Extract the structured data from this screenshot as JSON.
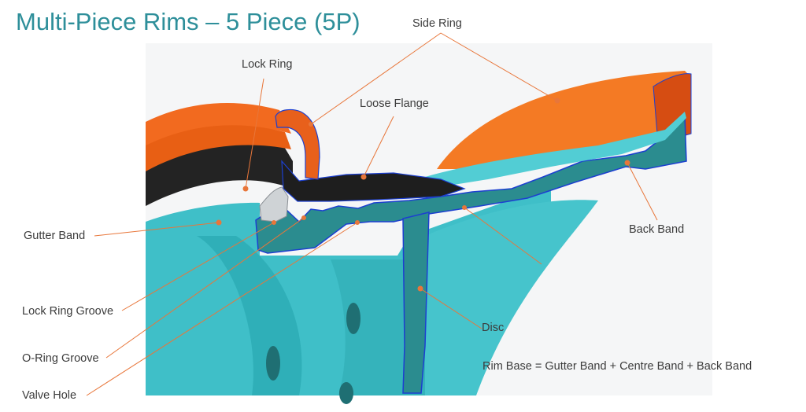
{
  "title": "Multi-Piece Rims – 5 Piece (5P)",
  "labels": {
    "side_ring": "Side Ring",
    "lock_ring": "Lock Ring",
    "loose_flange": "Loose Flange",
    "gutter_band": "Gutter Band",
    "back_band": "Back Band",
    "lock_ring_groove": "Lock Ring Groove",
    "o_ring_groove": "O-Ring Groove",
    "valve_hole": "Valve Hole",
    "disc": "Disc"
  },
  "formula": "Rim Base = Gutter Band + Centre Band + Back Band",
  "colors": {
    "title": "#2e8f9a",
    "teal_face": "#3fbfc8",
    "teal_section": "#2b8c8f",
    "orange": "#f26a1f",
    "black": "#1e1e1e",
    "callout_line": "#e8763a",
    "outline": "#1c3fd0"
  }
}
